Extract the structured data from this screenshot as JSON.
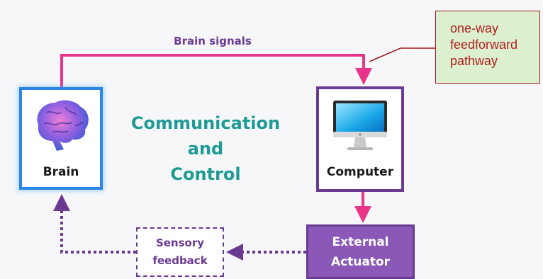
{
  "nodes": {
    "brain": {
      "label": "Brain",
      "icon": "brain-icon"
    },
    "computer": {
      "label": "Computer",
      "icon": "monitor-icon"
    },
    "actuator": {
      "line1": "External",
      "line2": "Actuator"
    },
    "feedback": {
      "line1": "Sensory",
      "line2": "feedback"
    }
  },
  "center_text": {
    "line1": "Communication",
    "line2": "and",
    "line3": "Control"
  },
  "edges": {
    "brain_to_computer": "Brain signals"
  },
  "callout": {
    "line1": "one-way",
    "line2": "feedforward",
    "line3": "pathway"
  },
  "colors": {
    "signal_wire": "#e8358a",
    "feedback_wire": "#6a3a93",
    "callout_border": "#a01818",
    "callout_fill": "#dcefcf",
    "center_text": "#1f9a94"
  }
}
